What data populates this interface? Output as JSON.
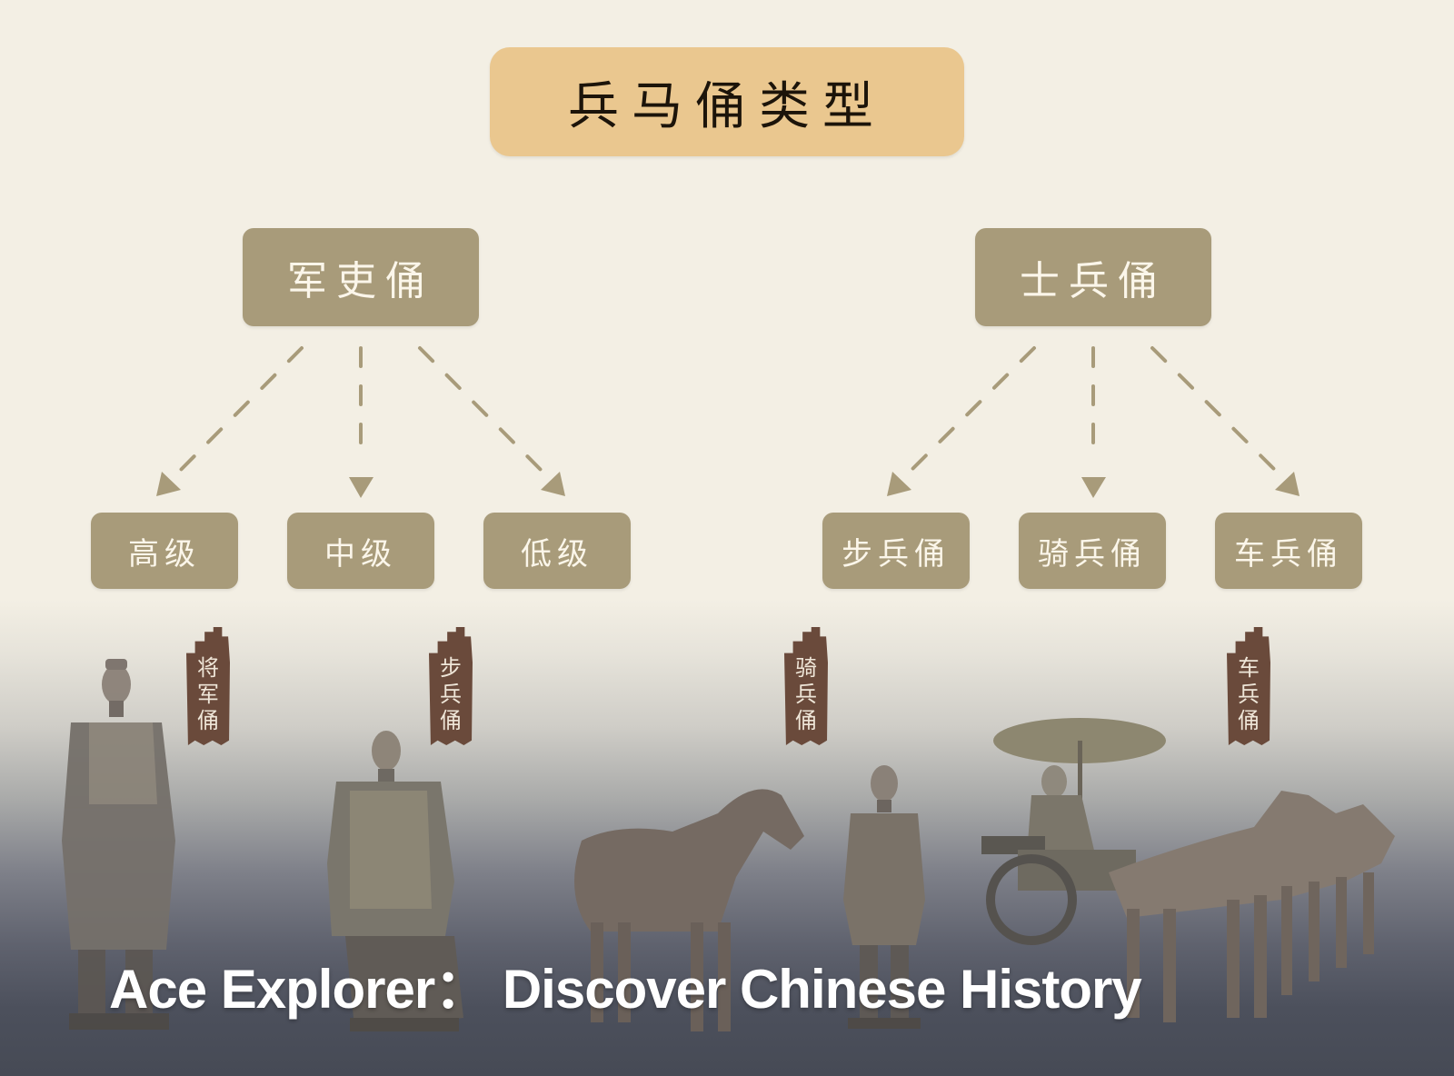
{
  "diagram": {
    "root": {
      "label": "兵马俑类型",
      "color": "#eac78f"
    },
    "branches": [
      {
        "label": "军吏俑",
        "children": [
          {
            "label": "高级"
          },
          {
            "label": "中级"
          },
          {
            "label": "低级"
          }
        ]
      },
      {
        "label": "士兵俑",
        "children": [
          {
            "label": "步兵俑"
          },
          {
            "label": "骑兵俑"
          },
          {
            "label": "车兵俑"
          }
        ]
      }
    ],
    "node_color": "#a89b7a",
    "arrow_color": "#a89b7a",
    "background_color": "#f3efe4"
  },
  "gallery": {
    "tags": [
      {
        "chars": [
          "将",
          "军",
          "俑"
        ],
        "subject": "general-figure"
      },
      {
        "chars": [
          "步",
          "兵",
          "俑"
        ],
        "subject": "kneeling-infantry-figure"
      },
      {
        "chars": [
          "骑",
          "兵",
          "俑"
        ],
        "subject": "cavalry-horse-and-soldier"
      },
      {
        "chars": [
          "车",
          "兵",
          "俑"
        ],
        "subject": "chariot-with-four-horses"
      }
    ],
    "tag_color": "#6a4a3b"
  },
  "brand": {
    "text": "Ace Explorer：  Discover Chinese History"
  }
}
